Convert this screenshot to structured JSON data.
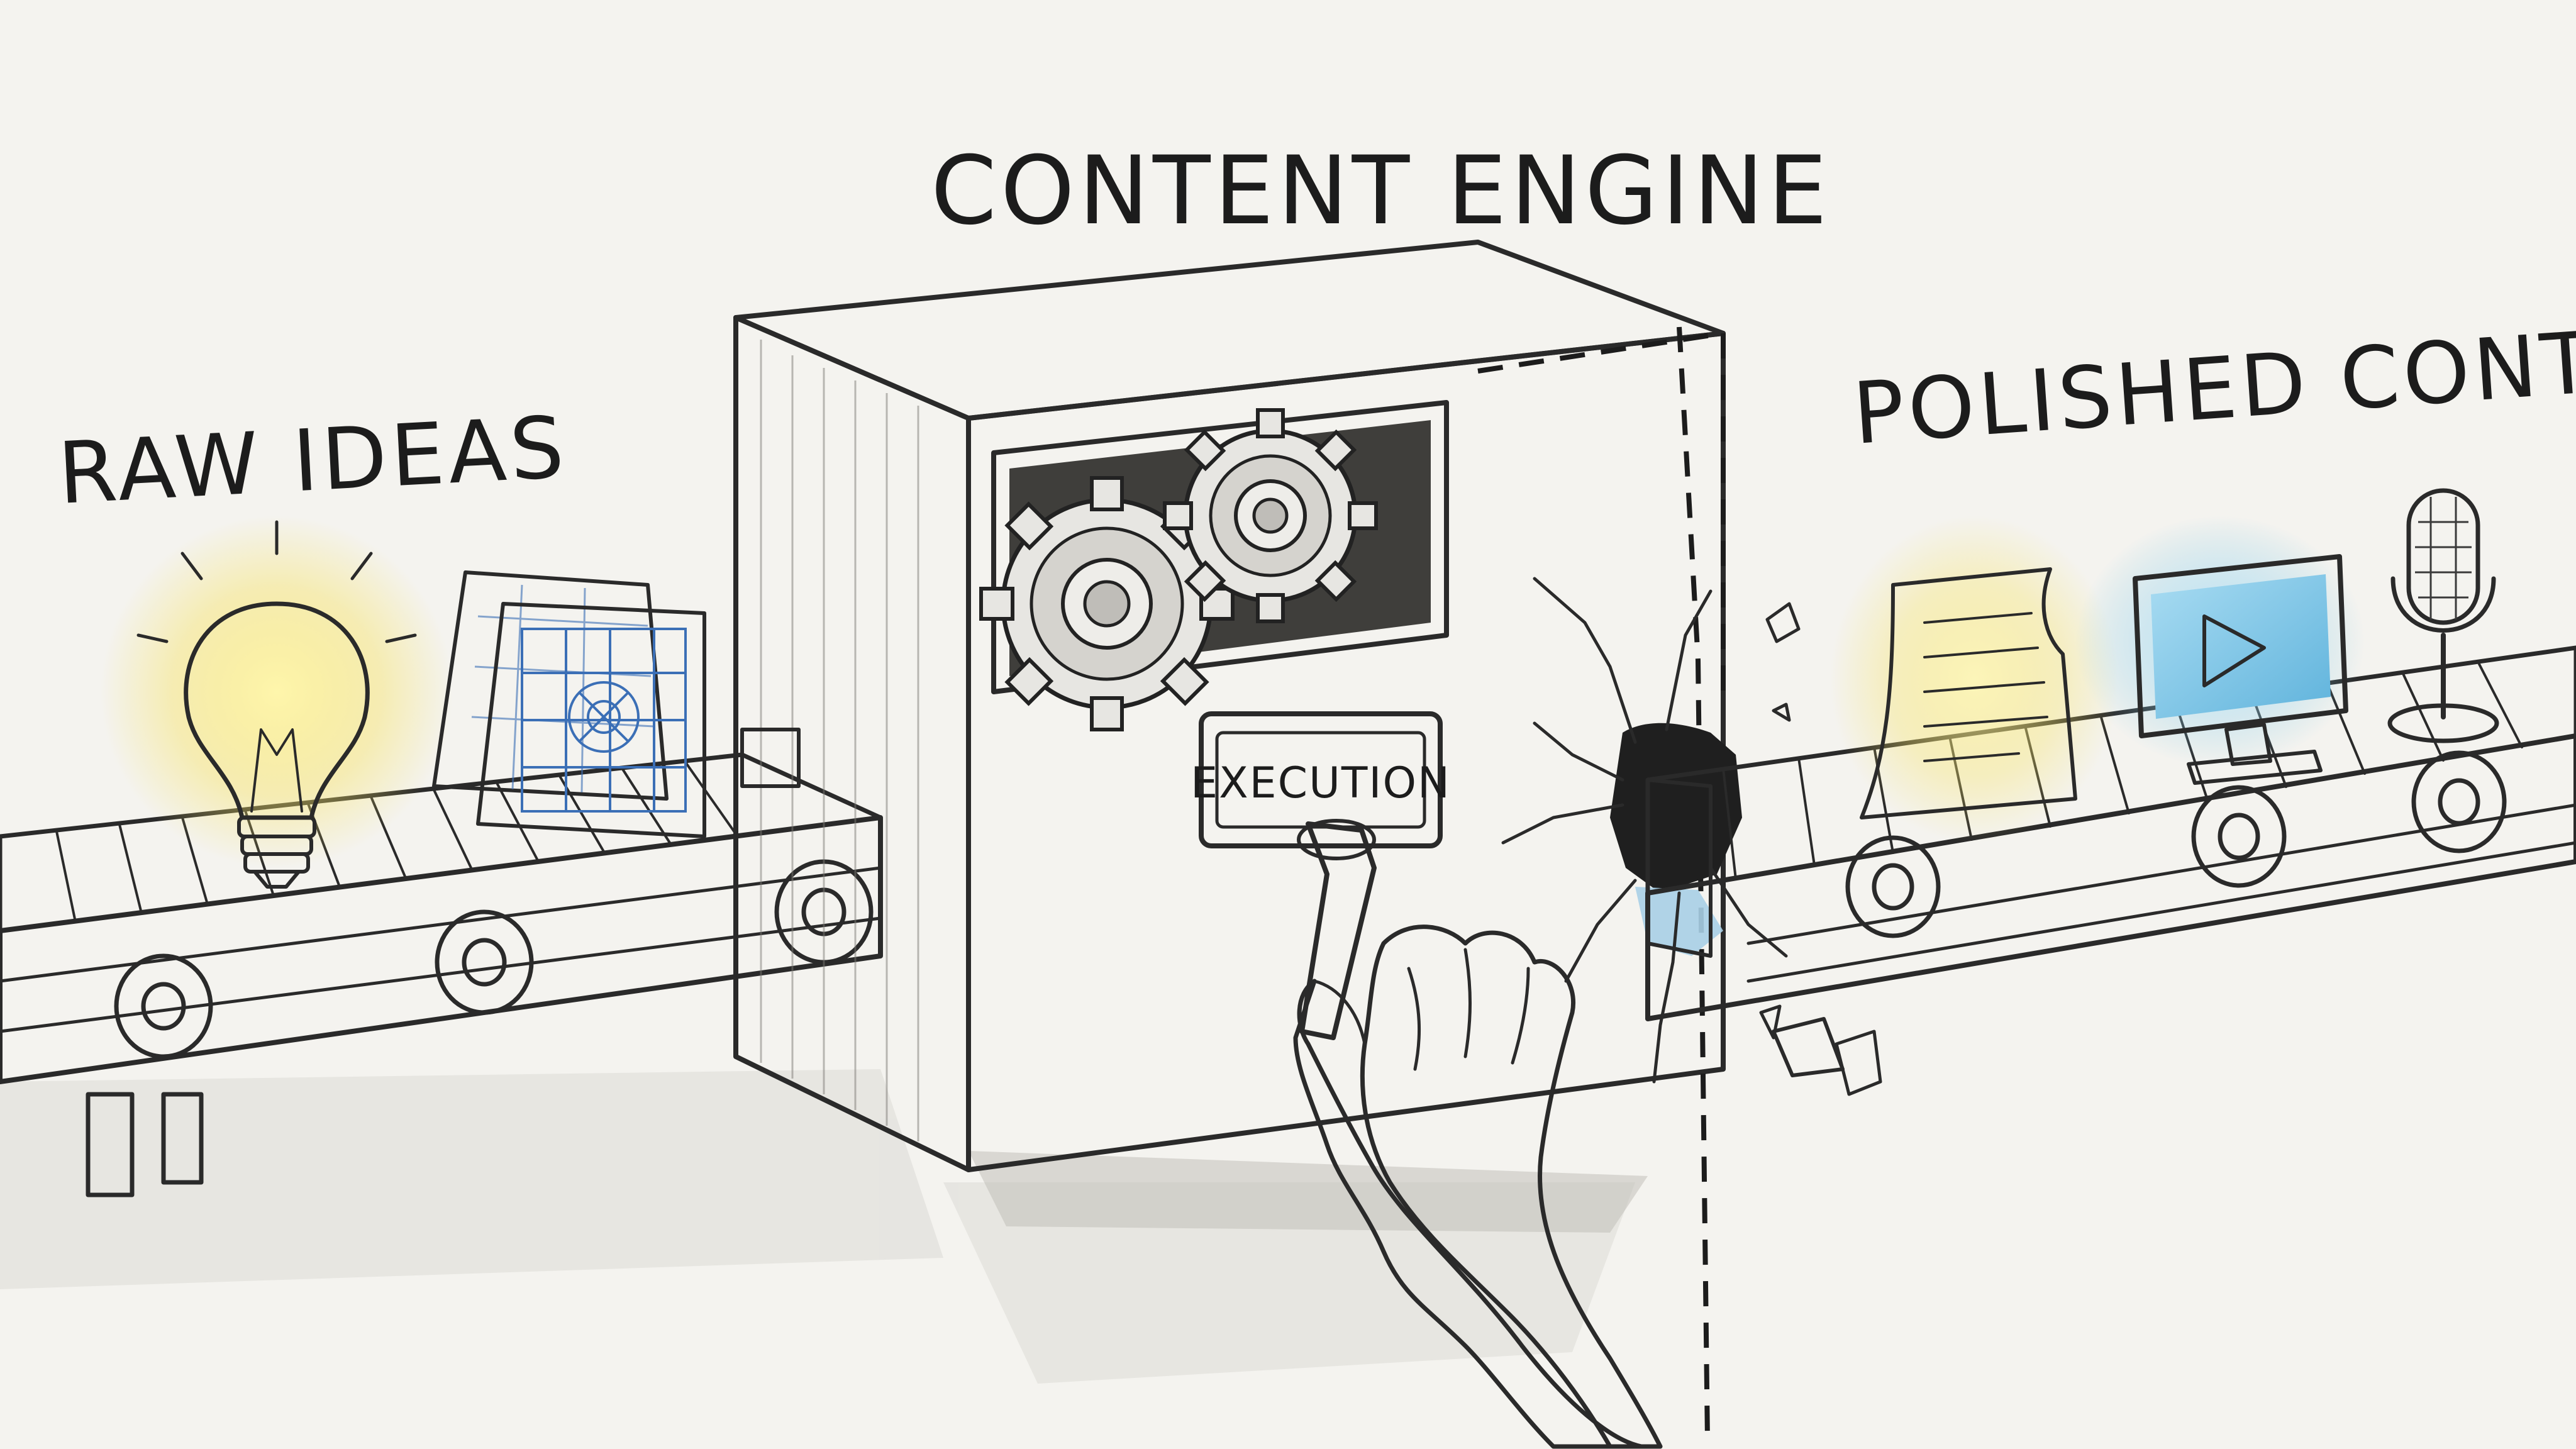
{
  "labels": {
    "engine_title": "CONTENT ENGINE",
    "raw_ideas": "RAW IDEAS",
    "polished_content": "POLISHED CONTENT",
    "execution_button": "EXECUTION"
  },
  "colors": {
    "paper": "#f4f3ef",
    "ink": "#2a2a2a",
    "bulb_glow": "#f7e46a",
    "screen_blue": "#7ec8e8",
    "blueprint_blue": "#3b6fb6"
  },
  "icons": {
    "bulb": "lightbulb-icon",
    "blueprint": "blueprint-icon",
    "gears": "gear-icon",
    "document": "document-icon",
    "monitor": "video-monitor-icon",
    "microphone": "microphone-icon"
  }
}
